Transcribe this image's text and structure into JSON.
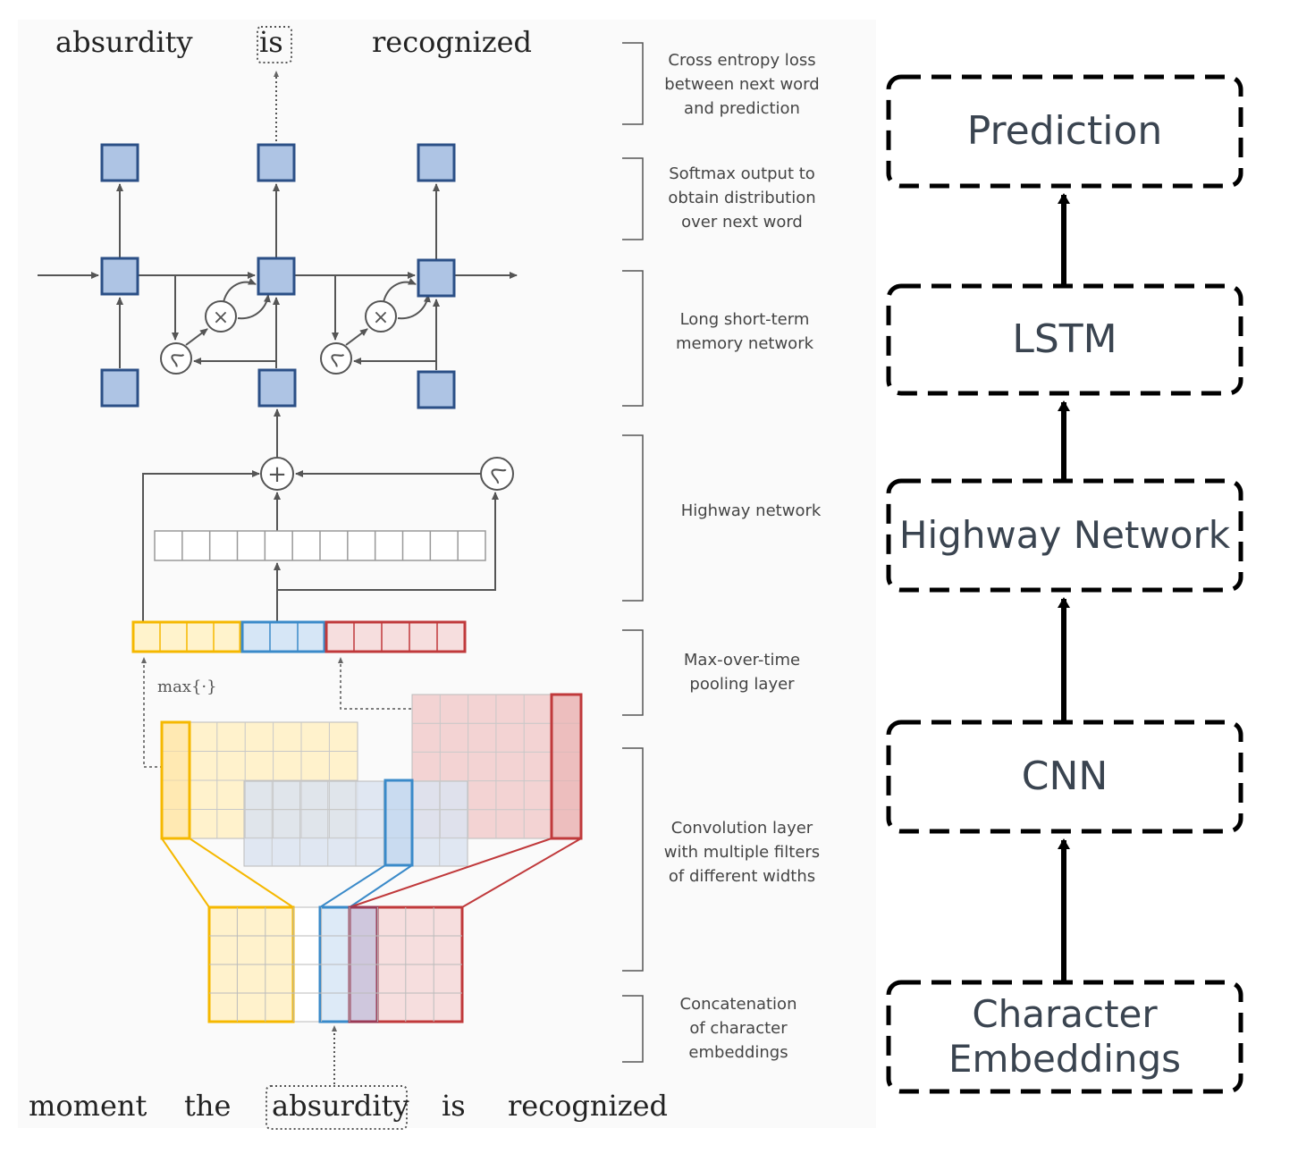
{
  "top_words": [
    "absurdity",
    "is",
    "recognized"
  ],
  "bottom_words": [
    "moment",
    "the",
    "absurdity",
    "is",
    "recognized"
  ],
  "max_label": "max{·}",
  "annotations": [
    [
      "Cross entropy loss",
      "between next word",
      "and prediction"
    ],
    [
      "Softmax output to",
      "obtain distribution",
      "over next word"
    ],
    [
      "Long short-term",
      "memory network"
    ],
    [
      "Highway network"
    ],
    [
      "Max-over-time",
      "pooling layer"
    ],
    [
      "Convolution layer",
      "with multiple filters",
      "of different widths"
    ],
    [
      "Concatenation",
      "of character",
      "embeddings"
    ]
  ],
  "flow": {
    "prediction": "Prediction",
    "lstm": "LSTM",
    "highway": "Highway Network",
    "cnn": "CNN",
    "embeddings": "Character Embeddings"
  },
  "colors": {
    "yellow": "#f5b800",
    "blue": "#3a8ac9",
    "red": "#c0393b",
    "node_fill": "#aec4e4",
    "node_stroke": "#2b4f86"
  }
}
